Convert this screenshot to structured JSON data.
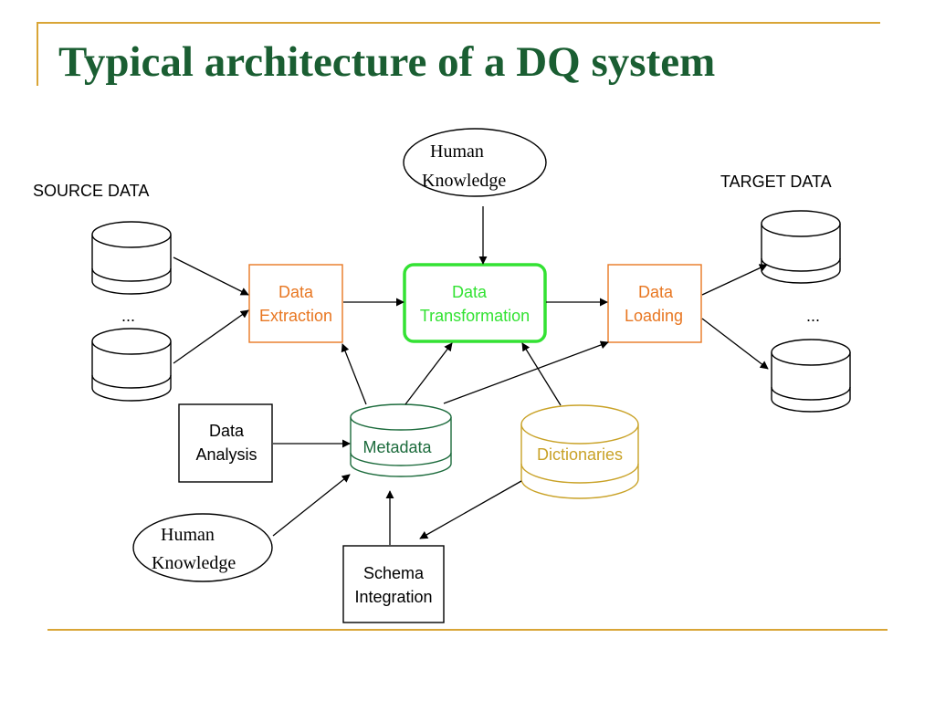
{
  "title": "Typical architecture of a DQ system",
  "colors": {
    "title": "#1a5e32",
    "frame": "#d9a536",
    "process": "#e87722",
    "transformation_stroke": "#33e233",
    "metadata": "#1c6b3c",
    "dictionaries": "#c9a227",
    "black": "#000000"
  },
  "labels": {
    "source_data": "SOURCE DATA",
    "target_data": "TARGET DATA",
    "ellipsis_source": "...",
    "ellipsis_target": "..."
  },
  "nodes": {
    "human_knowledge_top": {
      "line1": "Human",
      "line2": "Knowledge"
    },
    "data_extraction": {
      "line1": "Data",
      "line2": "Extraction"
    },
    "data_transformation": {
      "line1": "Data",
      "line2": "Transformation"
    },
    "data_loading": {
      "line1": "Data",
      "line2": "Loading"
    },
    "data_analysis": {
      "line1": "Data",
      "line2": "Analysis"
    },
    "metadata": {
      "label": "Metadata"
    },
    "dictionaries": {
      "label": "Dictionaries"
    },
    "human_knowledge_bottom": {
      "line1": "Human",
      "line2": "Knowledge"
    },
    "schema_integration": {
      "line1": "Schema",
      "line2": "Integration"
    }
  }
}
